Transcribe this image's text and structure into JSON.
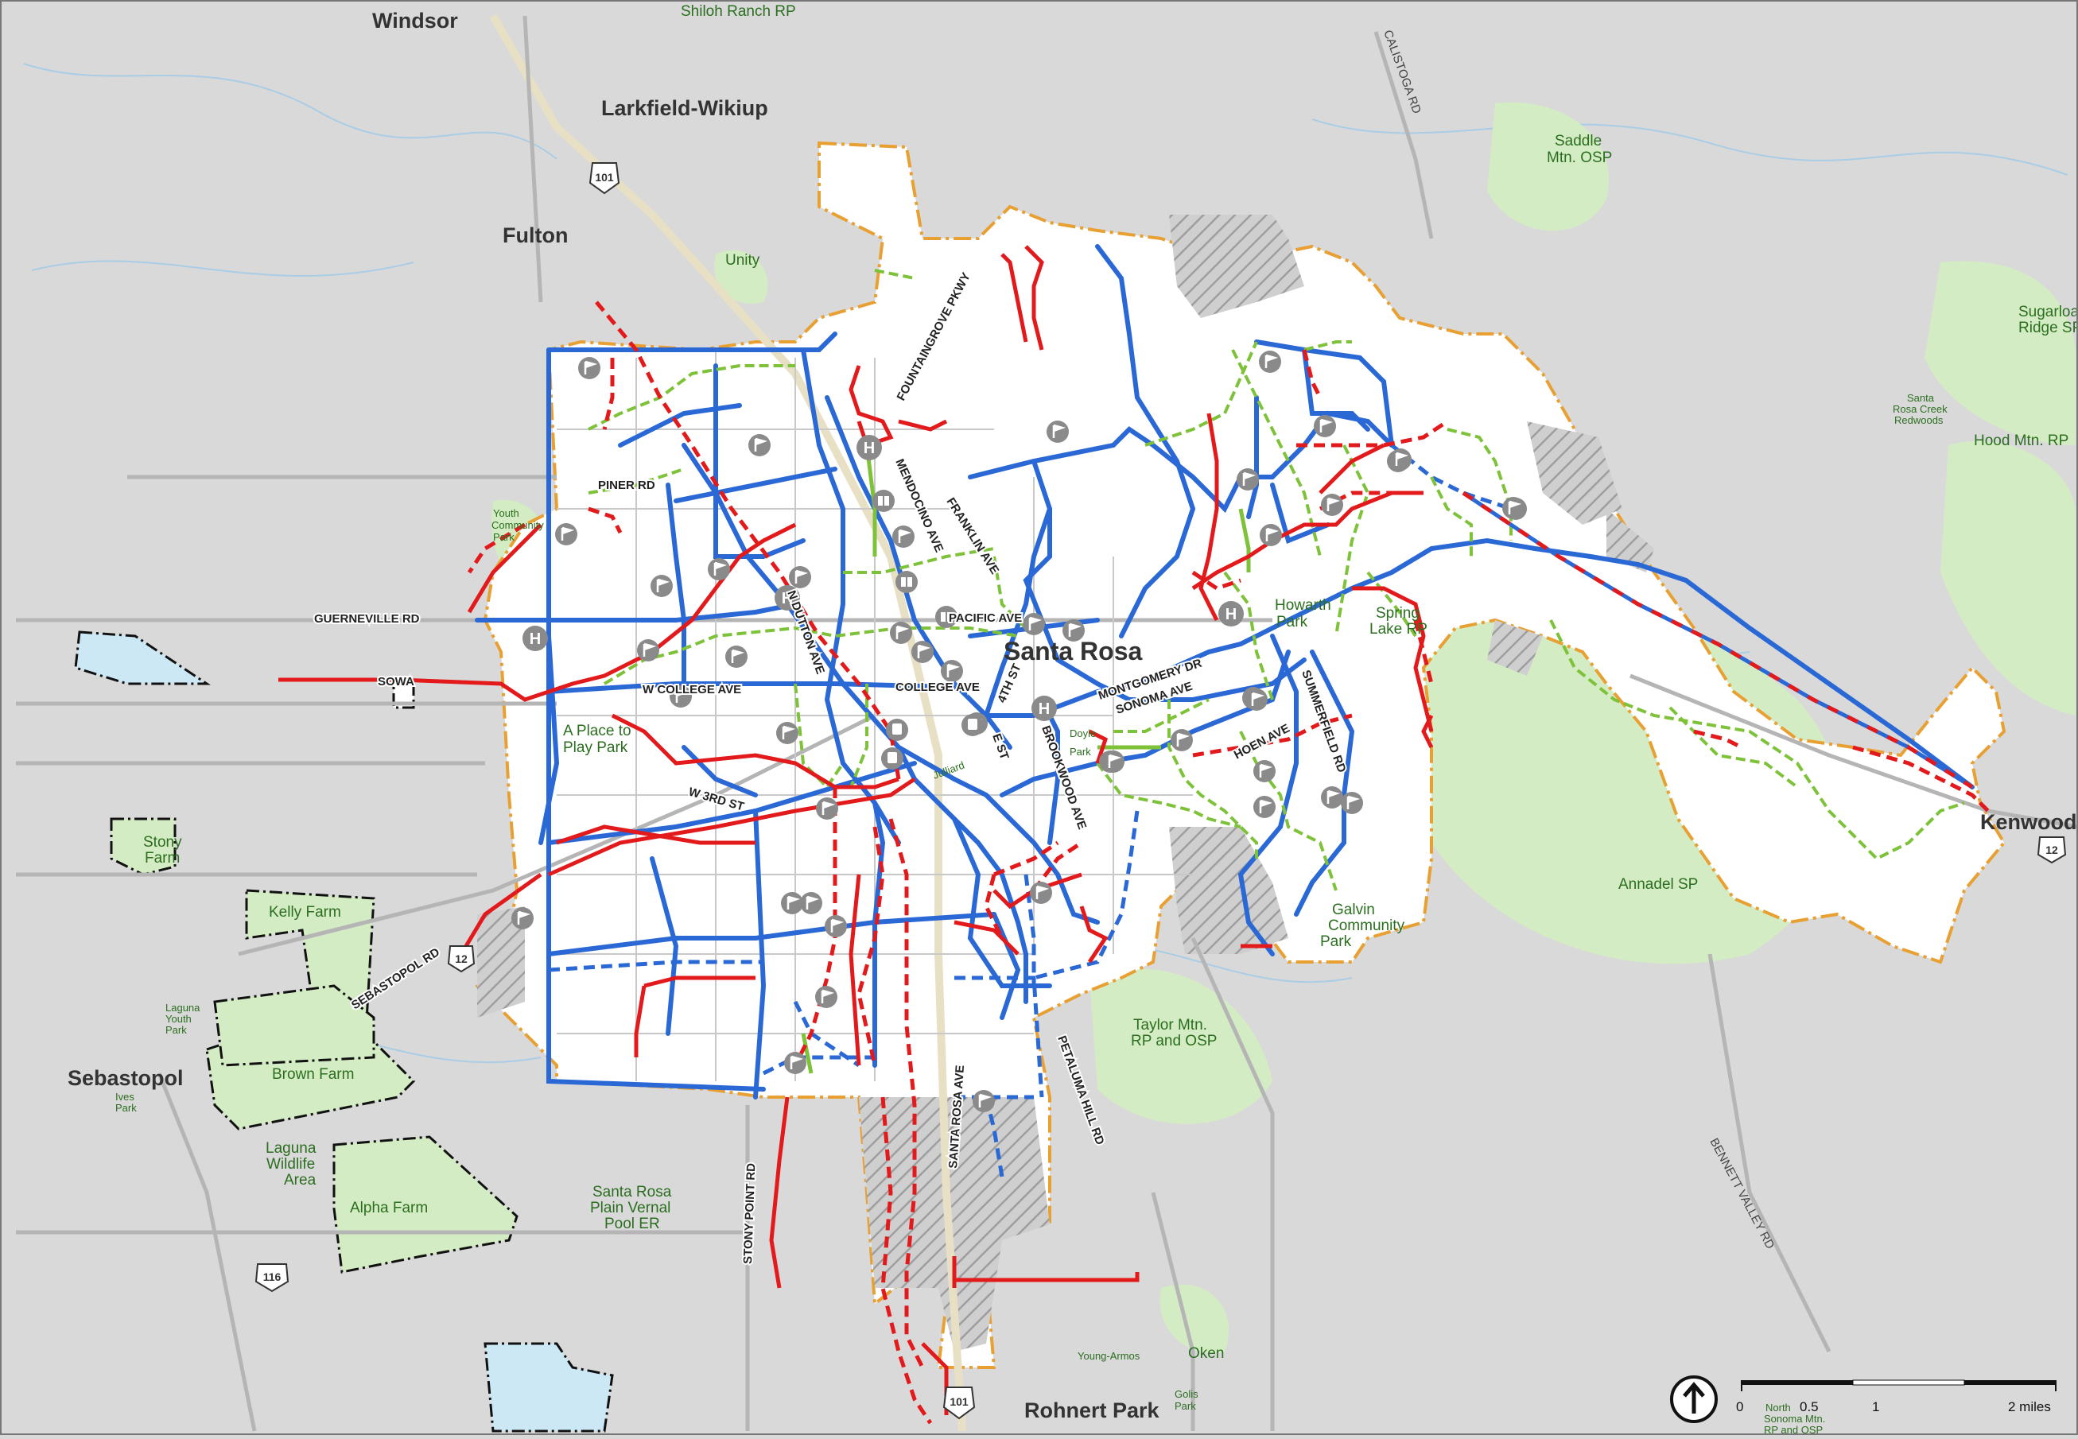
{
  "map": {
    "towns": [
      {
        "id": "windsor",
        "label": "Windsor"
      },
      {
        "id": "larkfield",
        "label": "Larkfield-Wikiup"
      },
      {
        "id": "fulton",
        "label": "Fulton"
      },
      {
        "id": "santarosa",
        "label": "Santa Rosa"
      },
      {
        "id": "sebastopol",
        "label": "Sebastopol"
      },
      {
        "id": "rohnert",
        "label": "Rohnert Park"
      },
      {
        "id": "kenwood",
        "label": "Kenwood"
      }
    ],
    "parks": [
      {
        "id": "shiloh",
        "label": "Shiloh Ranch RP"
      },
      {
        "id": "saddle1",
        "label": "Saddle"
      },
      {
        "id": "saddle2",
        "label": "Mtn. OSP"
      },
      {
        "id": "sugar1",
        "label": "Sugarloaf"
      },
      {
        "id": "sugar2",
        "label": "Ridge SP"
      },
      {
        "id": "hood",
        "label": "Hood Mtn. RP"
      },
      {
        "id": "unity",
        "label": "Unity"
      },
      {
        "id": "youth1",
        "label": "Youth"
      },
      {
        "id": "youth2",
        "label": "Community"
      },
      {
        "id": "youth3",
        "label": "Park"
      },
      {
        "id": "aplace1",
        "label": "A Place to"
      },
      {
        "id": "aplace2",
        "label": "Play Park"
      },
      {
        "id": "howarth1",
        "label": "Howarth"
      },
      {
        "id": "howarth2",
        "label": "Park"
      },
      {
        "id": "spring1",
        "label": "Spring"
      },
      {
        "id": "spring2",
        "label": "Lake RP"
      },
      {
        "id": "annadel",
        "label": "Annadel SP"
      },
      {
        "id": "galvin1",
        "label": "Galvin"
      },
      {
        "id": "galvin2",
        "label": "Community"
      },
      {
        "id": "galvin3",
        "label": "Park"
      },
      {
        "id": "taylor1",
        "label": "Taylor Mtn."
      },
      {
        "id": "taylor2",
        "label": "RP and OSP"
      },
      {
        "id": "stony1",
        "label": "Stony"
      },
      {
        "id": "stony2",
        "label": "Farm"
      },
      {
        "id": "kelly",
        "label": "Kelly Farm"
      },
      {
        "id": "brown",
        "label": "Brown Farm"
      },
      {
        "id": "laguna1",
        "label": "Laguna"
      },
      {
        "id": "laguna2",
        "label": "Wildlife"
      },
      {
        "id": "laguna3",
        "label": "Area"
      },
      {
        "id": "alpha",
        "label": "Alpha Farm"
      },
      {
        "id": "plain1",
        "label": "Santa Rosa"
      },
      {
        "id": "plain2",
        "label": "Plain Vernal"
      },
      {
        "id": "plain3",
        "label": "Pool ER"
      },
      {
        "id": "youngarmos",
        "label": "Young-Armos"
      },
      {
        "id": "oken",
        "label": "Oken"
      },
      {
        "id": "golis1",
        "label": "Golis"
      },
      {
        "id": "golis2",
        "label": "Park"
      },
      {
        "id": "lyouth1",
        "label": "Laguna"
      },
      {
        "id": "lyouth2",
        "label": "Youth"
      },
      {
        "id": "lyouth3",
        "label": "Park"
      },
      {
        "id": "ives1",
        "label": "Ives"
      },
      {
        "id": "ives2",
        "label": "Park"
      },
      {
        "id": "srcreek1",
        "label": "Santa"
      },
      {
        "id": "srcreek2",
        "label": "Rosa Creek"
      },
      {
        "id": "srcreek3",
        "label": "Redwoods"
      },
      {
        "id": "northsonoma1",
        "label": "North"
      },
      {
        "id": "northsonoma2",
        "label": "Sonoma Mtn."
      },
      {
        "id": "northsonoma3",
        "label": "RP and OSP"
      },
      {
        "id": "depot1",
        "label": "Doyle"
      },
      {
        "id": "depot2",
        "label": "Park"
      },
      {
        "id": "juilliard",
        "label": "Julliard"
      }
    ],
    "streets": [
      {
        "id": "fountaingrove",
        "label": "FOUNTAINGROVE PKWY"
      },
      {
        "id": "mendocino",
        "label": "MENDOCINO AVE"
      },
      {
        "id": "franklin",
        "label": "FRANKLIN AVE"
      },
      {
        "id": "piner",
        "label": "PINER RD"
      },
      {
        "id": "guerneville",
        "label": "GUERNEVILLE RD"
      },
      {
        "id": "pacific",
        "label": "PACIFIC AVE"
      },
      {
        "id": "fulton",
        "label": "N DUTTON AVE"
      },
      {
        "id": "wcollege",
        "label": "W COLLEGE AVE"
      },
      {
        "id": "college",
        "label": "COLLEGE AVE"
      },
      {
        "id": "fourth",
        "label": "4TH ST"
      },
      {
        "id": "montgomery",
        "label": "MONTGOMERY DR"
      },
      {
        "id": "sonoma",
        "label": "SONOMA AVE"
      },
      {
        "id": "summerfield",
        "label": "SUMMERFIELD RD"
      },
      {
        "id": "hoen",
        "label": "HOEN AVE"
      },
      {
        "id": "brookwood",
        "label": "BROOKWOOD AVE"
      },
      {
        "id": "eststreet",
        "label": "E ST"
      },
      {
        "id": "w3rd",
        "label": "W 3RD ST"
      },
      {
        "id": "sebastopol",
        "label": "SEBASTOPOL RD"
      },
      {
        "id": "calistoga",
        "label": "CALISTOGA RD"
      },
      {
        "id": "petaluma",
        "label": "PETALUMA HILL RD"
      },
      {
        "id": "santarosaave",
        "label": "SANTA ROSA AVE"
      },
      {
        "id": "stonypoint",
        "label": "STONY POINT RD"
      },
      {
        "id": "bennett",
        "label": "BENNETT VALLEY RD"
      },
      {
        "id": "sowa",
        "label": "SOWA"
      }
    ],
    "shields": [
      {
        "id": "us101n",
        "label": "101"
      },
      {
        "id": "us101s",
        "label": "101"
      },
      {
        "id": "ca12w",
        "label": "12"
      },
      {
        "id": "ca12e",
        "label": "12"
      },
      {
        "id": "ca116",
        "label": "116"
      }
    ],
    "scale": {
      "ticks": [
        "0",
        "0.5",
        "1",
        "2 miles"
      ]
    },
    "colors": {
      "existing_bike": "#2a68d6",
      "proposed_bike": "#e31a1c",
      "trail": "#7ec23a",
      "park": "#d4ecc3",
      "city": "#ffffff",
      "boundary": "#e8a033",
      "hatch": "#9e9e9e",
      "background": "#d9d9d9"
    },
    "icons": [
      "hospital-icon",
      "flag-icon",
      "library-icon",
      "transit-icon",
      "north-arrow-icon"
    ]
  }
}
